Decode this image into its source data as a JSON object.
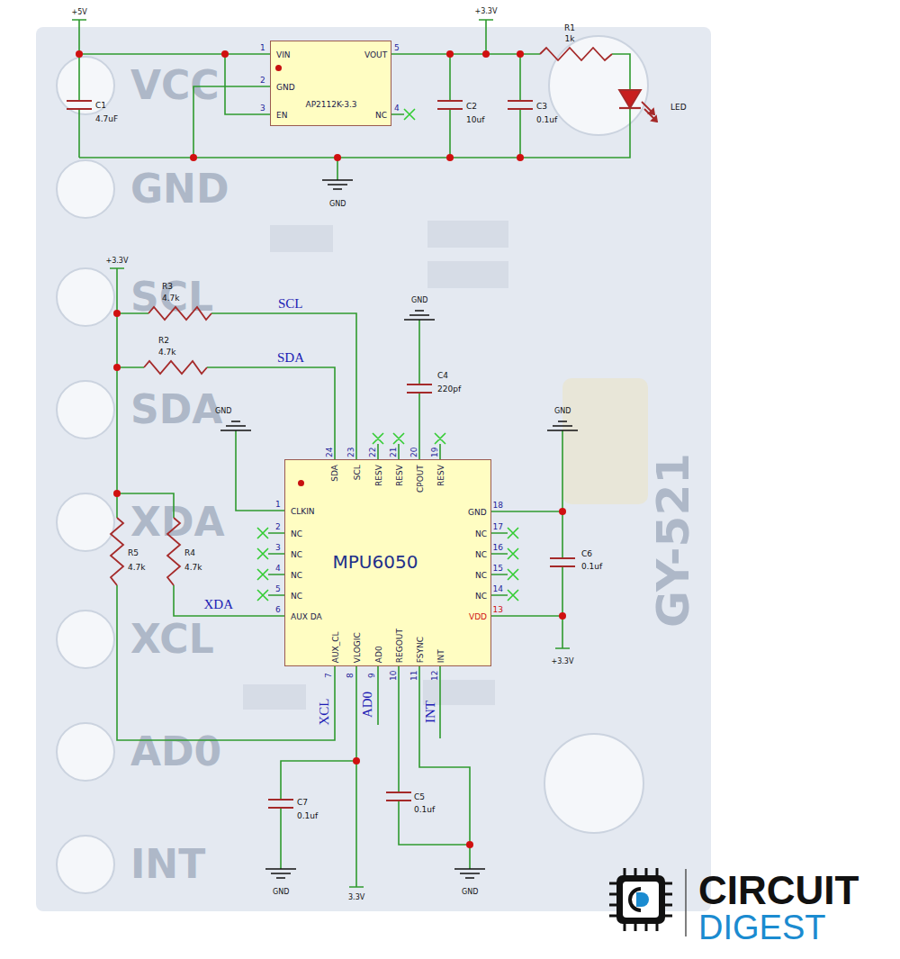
{
  "diagram": {
    "nodes": [
      {
        "text": [
          "VIN",
          "VOUT",
          "GND",
          "AP2112K-3.3",
          "EN",
          "NC"
        ]
      },
      {
        "text": [
          "SDA",
          "SCL",
          "RESV",
          "RESV",
          "CPOUT",
          "RESV",
          "CLKIN",
          "NC",
          "NC",
          "NC",
          "NC",
          "AUX DA",
          "MPU6050",
          "GND",
          "NC",
          "NC",
          "NC",
          "NC",
          "VDD",
          "AUX_CL",
          "VLOGIC",
          "AD0",
          "REGOUT",
          "FSYNC",
          "INT"
        ]
      }
    ],
    "labels": [
      "+5V",
      "C1",
      "4.7uF",
      "1",
      "2",
      "3",
      "5",
      "4",
      "+3.3V",
      "R1",
      "1k",
      "LED",
      "C2",
      "10uf",
      "C3",
      "0.1uf",
      "GND",
      "+3.3V",
      "R3",
      "4.7k",
      "SCL",
      "R2",
      "4.7k",
      "SDA",
      "GND",
      "C4",
      "220pf",
      "GND",
      "GND",
      "C6",
      "0.1uf",
      "+3.3V",
      "R5",
      "4.7k",
      "R4",
      "4.7k",
      "XDA",
      "XCL",
      "AD0",
      "INT",
      "C7",
      "0.1uf",
      "C5",
      "0.1uf",
      "GND",
      "3.3V",
      "GND",
      "24",
      "23",
      "22",
      "21",
      "20",
      "19",
      "1",
      "2",
      "3",
      "4",
      "5",
      "6",
      "18",
      "17",
      "16",
      "15",
      "14",
      "13",
      "7",
      "8",
      "9",
      "10",
      "11",
      "12",
      "VCC",
      "GND",
      "SCL",
      "SDA",
      "XDA",
      "XCL",
      "AD0",
      "INT",
      "GY-521",
      "CIRCUIT",
      "DIGEST"
    ]
  }
}
